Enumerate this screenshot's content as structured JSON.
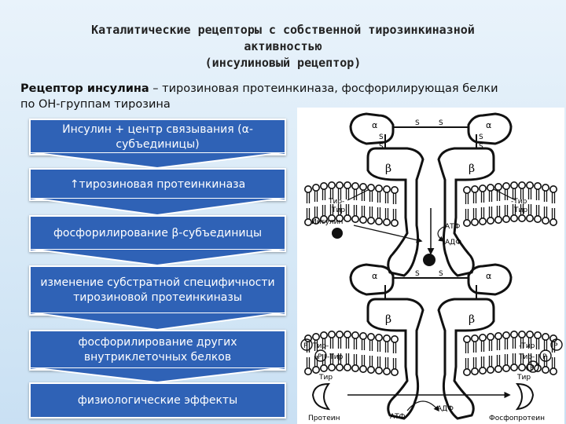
{
  "title": {
    "line1": "Каталитические рецепторы с собственной тирозинкиназной",
    "line2": "активностью",
    "line3": "(инсулиновый рецептор)"
  },
  "subtitle": {
    "bold": "Рецептор инсулина",
    "rest": " – тирозиновая протеинкиназа, фосфорилирующая белки",
    "line2": "по ОН-группам тирозина"
  },
  "flow": [
    {
      "text": "Инсулин + центр связывания (α-субъединицы)"
    },
    {
      "text": "↑тирозиновая протеинкиназа"
    },
    {
      "text": "фосфорилирование β-субъединицы"
    },
    {
      "text": "изменение субстратной специфичности тирозиновой протеинкиназы"
    },
    {
      "text": "фосфорилирование других внутриклеточных белков"
    },
    {
      "text": "физиологические эффекты"
    }
  ],
  "diagram": {
    "alpha": "α",
    "beta": "β",
    "s": "S",
    "tyr": "Тир",
    "tyr_left": "Тир-",
    "tyr_right": "-Тир",
    "p": "P",
    "insulin": "Инсулин",
    "atp": "АТФ",
    "adp": "АДФ",
    "protein": "Протеин",
    "phosphoprotein": "Фосфопротеин"
  },
  "colors": {
    "box_fill": "#2f62b6",
    "box_border": "#ffffff"
  }
}
